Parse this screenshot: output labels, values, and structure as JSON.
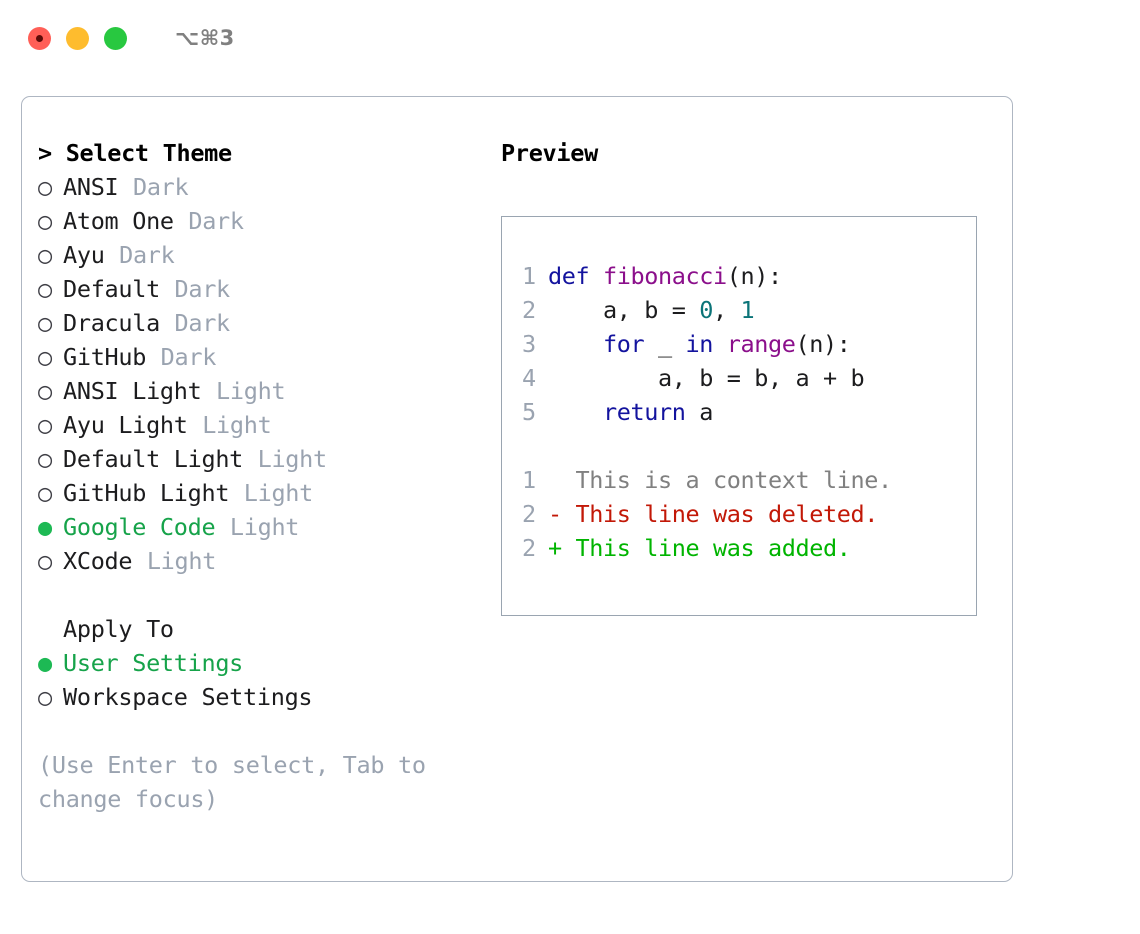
{
  "window": {
    "shortcut_label": "⌥⌘3",
    "traffic_lights": [
      "close",
      "minimize",
      "maximize"
    ]
  },
  "theme_panel": {
    "header": "> Select Theme",
    "items": [
      {
        "name": "ANSI",
        "variant": "Dark",
        "selected": false
      },
      {
        "name": "Atom One",
        "variant": "Dark",
        "selected": false
      },
      {
        "name": "Ayu",
        "variant": "Dark",
        "selected": false
      },
      {
        "name": "Default",
        "variant": "Dark",
        "selected": false
      },
      {
        "name": "Dracula",
        "variant": "Dark",
        "selected": false
      },
      {
        "name": "GitHub",
        "variant": "Dark",
        "selected": false
      },
      {
        "name": "ANSI Light",
        "variant": "Light",
        "selected": false
      },
      {
        "name": "Ayu Light",
        "variant": "Light",
        "selected": false
      },
      {
        "name": "Default Light",
        "variant": "Light",
        "selected": false
      },
      {
        "name": "GitHub Light",
        "variant": "Light",
        "selected": false
      },
      {
        "name": "Google Code",
        "variant": "Light",
        "selected": true
      },
      {
        "name": "XCode",
        "variant": "Light",
        "selected": false
      }
    ],
    "bullet_on": "●",
    "bullet_off": "○"
  },
  "apply_to": {
    "label": "Apply To",
    "options": [
      {
        "name": "User Settings",
        "selected": true
      },
      {
        "name": "Workspace Settings",
        "selected": false
      }
    ]
  },
  "hint": "(Use Enter to select, Tab to change focus)",
  "preview": {
    "header": "Preview",
    "code_lines": [
      {
        "number": "1",
        "tokens": [
          {
            "text": "def ",
            "type": "kw"
          },
          {
            "text": "fibonacci",
            "type": "fn"
          },
          {
            "text": "(n):",
            "type": "plain"
          }
        ]
      },
      {
        "number": "2",
        "tokens": [
          {
            "text": "    a, b = ",
            "type": "plain"
          },
          {
            "text": "0",
            "type": "num"
          },
          {
            "text": ", ",
            "type": "plain"
          },
          {
            "text": "1",
            "type": "num"
          }
        ]
      },
      {
        "number": "3",
        "tokens": [
          {
            "text": "    ",
            "type": "plain"
          },
          {
            "text": "for",
            "type": "kw"
          },
          {
            "text": " _ ",
            "type": "plain"
          },
          {
            "text": "in",
            "type": "kw"
          },
          {
            "text": " ",
            "type": "plain"
          },
          {
            "text": "range",
            "type": "fn"
          },
          {
            "text": "(n):",
            "type": "plain"
          }
        ]
      },
      {
        "number": "4",
        "tokens": [
          {
            "text": "        a, b = b, a + b",
            "type": "plain"
          }
        ]
      },
      {
        "number": "5",
        "tokens": [
          {
            "text": "    ",
            "type": "plain"
          },
          {
            "text": "return",
            "type": "kw"
          },
          {
            "text": " a",
            "type": "plain"
          }
        ]
      }
    ],
    "diff_lines": [
      {
        "number": "1",
        "marker": " ",
        "text": "This is a context line.",
        "type": "ctx"
      },
      {
        "number": "2",
        "marker": "-",
        "text": "This line was deleted.",
        "type": "del"
      },
      {
        "number": "2",
        "marker": "+",
        "text": "This line was added.",
        "type": "add"
      }
    ]
  },
  "colors": {
    "accent_green": "#16a34a",
    "muted": "#9aa3b0",
    "keyword": "#13139e",
    "function": "#8b0f8b",
    "number": "#0b7478",
    "diff_deleted": "#c21807",
    "diff_added": "#00b400",
    "border": "#aeb6c2",
    "traffic_close": "#ff5f57",
    "traffic_minimize": "#febc2e",
    "traffic_maximize": "#28c840"
  }
}
